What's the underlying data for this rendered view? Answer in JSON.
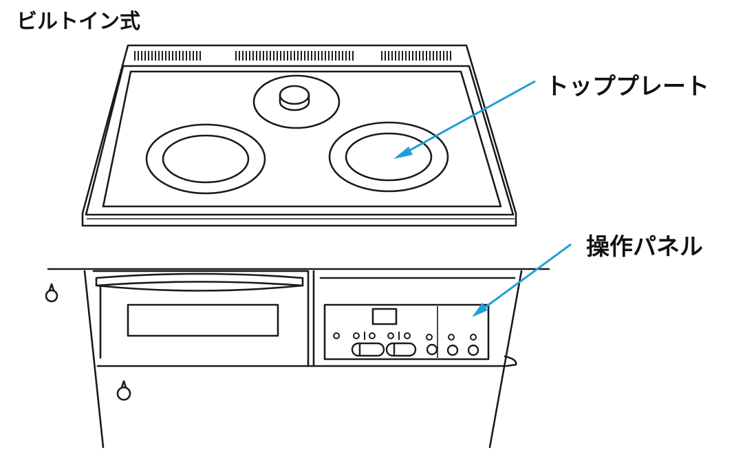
{
  "title": "ビルトイン式",
  "labels": {
    "top_plate": "トッププレート",
    "control_panel": "操作パネル"
  },
  "colors": {
    "line": "#1a1a1a",
    "arrow": "#1f9fd8",
    "background": "#ffffff"
  }
}
